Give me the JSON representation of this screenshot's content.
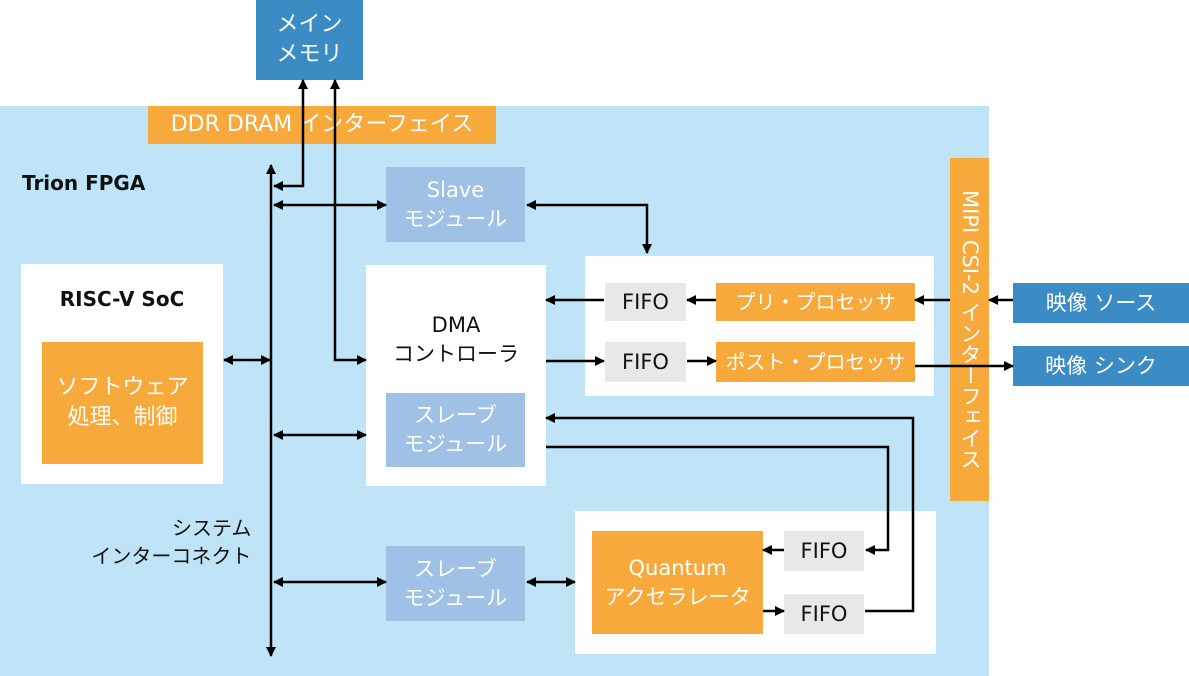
{
  "diagram": {
    "fpga_label": "Trion FPGA",
    "main_memory": [
      "メイン",
      "メモリ"
    ],
    "ddr_interface": "DDR DRAM インターフェイス",
    "risc_v": {
      "title": "RISC-V SoC",
      "software": [
        "ソフトウェア",
        "処理、制御"
      ]
    },
    "slave_top": [
      "Slave",
      "モジュール"
    ],
    "dma": [
      "DMA",
      "コントローラ"
    ],
    "slave_dma": [
      "スレーブ",
      "モジュール"
    ],
    "slave_bottom": [
      "スレーブ",
      "モジュール"
    ],
    "interconnect": [
      "システム",
      "インターコネクト"
    ],
    "fifo_label": "FIFO",
    "pre_processor": "プリ・プロセッサ",
    "post_processor": "ポスト・プロセッサ",
    "mipi": "MIPI CSI-2 インターフェイス",
    "video_source": "映像 ソース",
    "video_sink": "映像 シンク",
    "quantum": [
      "Quantum",
      "アクセラレータ"
    ]
  },
  "colors": {
    "fpga_background": "#bfe4f7",
    "memory_blue": "#3b8cc4",
    "accent_orange": "#f7a93b",
    "slave_blue": "#9fc1e5",
    "fifo_gray": "#e8e8e8",
    "wire": "#000000"
  }
}
